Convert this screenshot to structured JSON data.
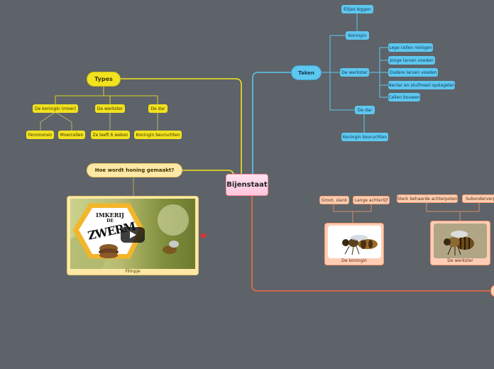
{
  "center": "Bijenstaat",
  "taken": {
    "label": "Taken",
    "koningin": {
      "label": "Koningin",
      "child": "Eitjes leggen"
    },
    "werkster": {
      "label": "De werkster",
      "tasks": [
        "Lege cellen reinigen",
        "Jonge larven voeden",
        "Oudere larven voeden",
        "Nectar en stuifmeel opslagelen",
        "Cellen bouwen"
      ]
    },
    "dar": {
      "label": "De dar",
      "child": "Koningin bevruchten"
    }
  },
  "types": {
    "label": "Types",
    "items": [
      {
        "label": "De koningin (moer)",
        "children": [
          "Feromonen",
          "Moercellen"
        ]
      },
      {
        "label": "De werkster",
        "children": [
          "Ze leeft 6 weken"
        ]
      },
      {
        "label": "De dar",
        "children": [
          "Koningin bevruchten"
        ]
      }
    ]
  },
  "honing": {
    "label": "Hoe wordt honing gemaakt?",
    "video_caption": "Filmpje",
    "logo_lines": [
      "IMKERIJ",
      "DE",
      "ZWERM"
    ]
  },
  "koningin_card": {
    "caption": "De koningin",
    "tags": [
      "Groot, slank",
      "Lange achterlijf"
    ]
  },
  "werkster_card": {
    "caption": "De werkster",
    "tags": [
      "Sterk behaarde achterpoten",
      "Subonderverp"
    ]
  },
  "colors": {
    "background": "#5d6368",
    "blue": "#5ec7f0",
    "yellow": "#f2e21f",
    "orange": "#f26a45"
  }
}
